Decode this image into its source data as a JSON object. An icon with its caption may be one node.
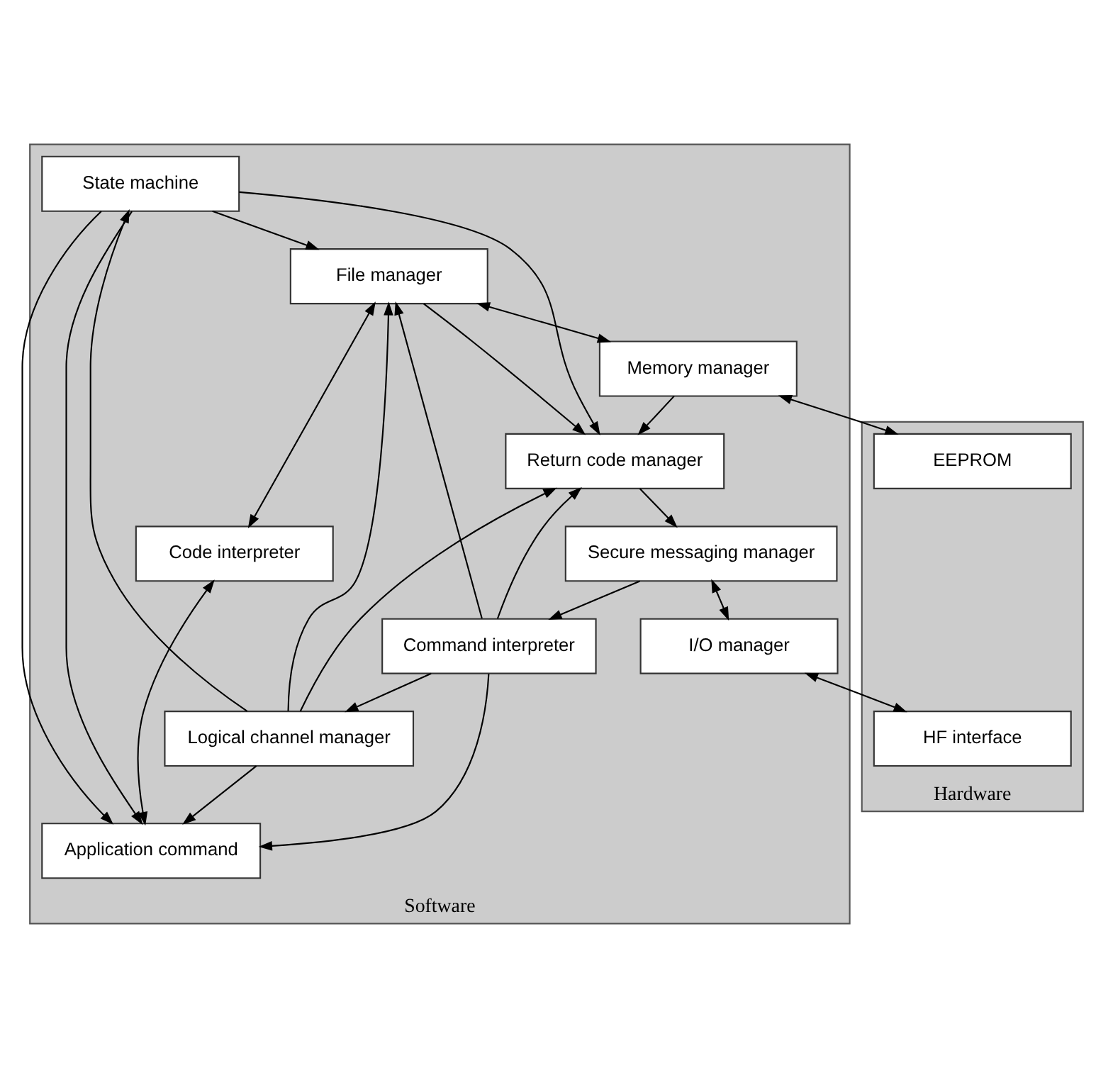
{
  "diagram": {
    "nodes": [
      {
        "text": [
          "Software"
        ]
      },
      {
        "text": [
          "Hardware"
        ]
      },
      {
        "text": [
          "Code interpreter"
        ],
        "in": 0
      },
      {
        "text": [
          "Application command"
        ],
        "in": 0
      },
      {
        "text": [
          "State machine"
        ],
        "in": 0
      },
      {
        "text": [
          "Logical channel manager"
        ],
        "in": 0
      },
      {
        "text": [
          "Command interpreter"
        ],
        "in": 0
      },
      {
        "text": [
          "Secure messaging manager"
        ],
        "in": 0
      },
      {
        "text": [
          "I/O manager"
        ],
        "in": 0
      },
      {
        "text": [
          "File manager"
        ],
        "in": 0
      },
      {
        "text": [
          "Memory manager"
        ],
        "in": 0
      },
      {
        "text": [
          "Return code manager"
        ],
        "in": 0
      },
      {
        "text": [
          "HF interface"
        ],
        "in": 1
      },
      {
        "text": [
          "EEPROM"
        ],
        "in": 1
      }
    ],
    "edges": [
      {
        "from": 2,
        "to": 3,
        "arrow": "both"
      },
      {
        "from": 4,
        "to": 3,
        "arrow": "to"
      },
      {
        "from": 5,
        "to": 4,
        "arrow": "to"
      },
      {
        "from": 6,
        "to": 5,
        "arrow": "to"
      },
      {
        "from": 7,
        "to": 6,
        "arrow": "to"
      },
      {
        "from": 7,
        "to": 8,
        "arrow": "both"
      },
      {
        "from": 8,
        "to": 12,
        "arrow": "both"
      },
      {
        "from": 9,
        "to": 2,
        "arrow": "both"
      },
      {
        "from": 9,
        "to": 10,
        "arrow": "both"
      },
      {
        "from": 10,
        "to": 13,
        "arrow": "both"
      },
      {
        "from": 4,
        "to": 3,
        "arrow": "to"
      },
      {
        "from": 4,
        "to": 9,
        "arrow": "to"
      },
      {
        "from": 4,
        "to": 11,
        "arrow": "to"
      },
      {
        "from": 5,
        "to": 3,
        "arrow": "to"
      },
      {
        "from": 5,
        "to": 9,
        "arrow": "to"
      },
      {
        "from": 5,
        "to": 11,
        "arrow": "to"
      },
      {
        "from": 6,
        "to": 3,
        "arrow": "to"
      },
      {
        "from": 6,
        "to": 9,
        "arrow": "to"
      },
      {
        "from": 6,
        "to": 11,
        "arrow": "to"
      },
      {
        "from": 9,
        "to": 11,
        "arrow": "to"
      },
      {
        "from": 10,
        "to": 11,
        "arrow": "to"
      },
      {
        "from": 11,
        "to": 7,
        "arrow": "to"
      }
    ]
  }
}
